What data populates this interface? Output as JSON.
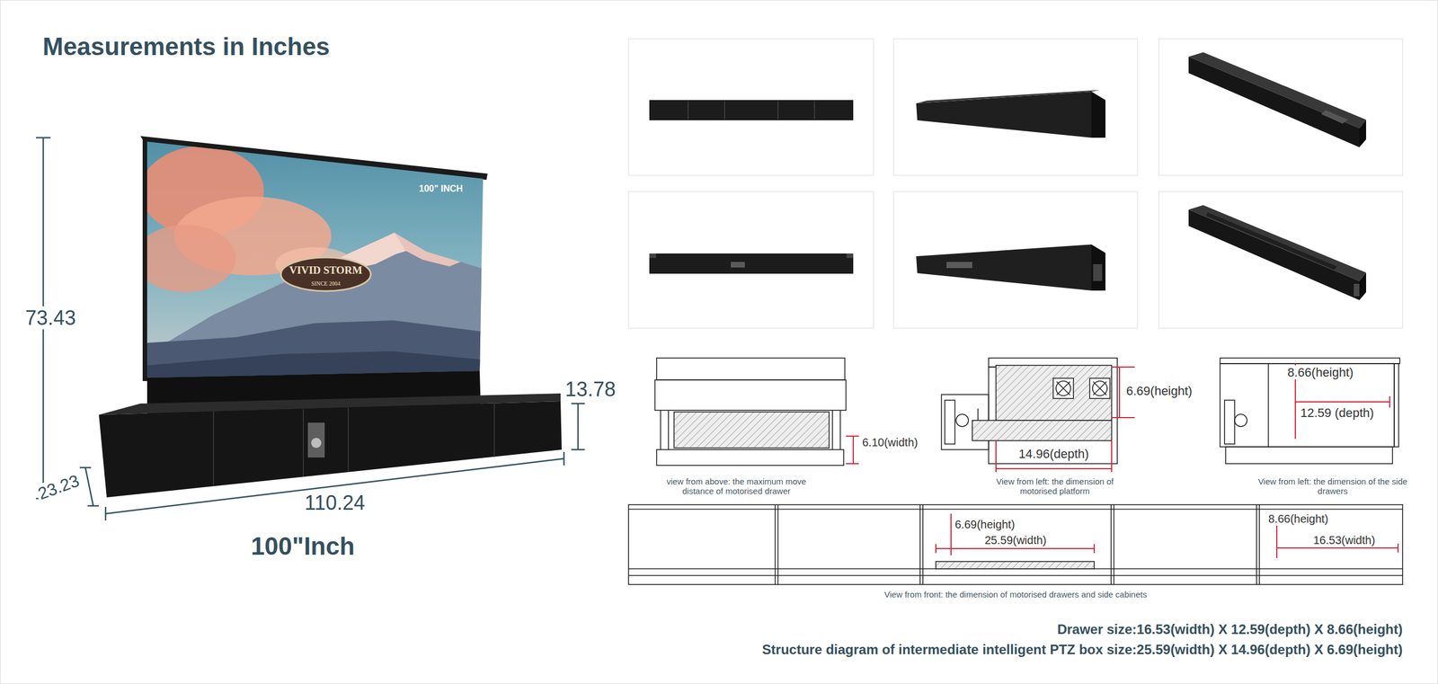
{
  "diagram": {
    "title": "Measurements in Inches",
    "labels": [
      "100\" INCH",
      "VIVID STORM",
      "SINCE 2004",
      "73.43",
      "13.78",
      "23.23",
      "110.24",
      "100\"Inch",
      "6.10(width)",
      "view from above: the maximum move distance of motorised drawer",
      "6.69(height)",
      "14.96(depth)",
      "View from left: the dimension of motorised platform",
      "8.66(height)",
      "12.59 (depth)",
      "View from left: the dimension of the side drawers",
      "6.69(height)",
      "25.59(width)",
      "8.66(height)",
      "16.53(width)",
      "View from front: the dimension of motorised drawers and side cabinets",
      "Drawer size:16.53(width) X 12.59(depth) X 8.66(height)",
      "Structure diagram of intermediate intelligent PTZ box size:25.59(width) X 14.96(depth) X 6.69(height)"
    ]
  }
}
